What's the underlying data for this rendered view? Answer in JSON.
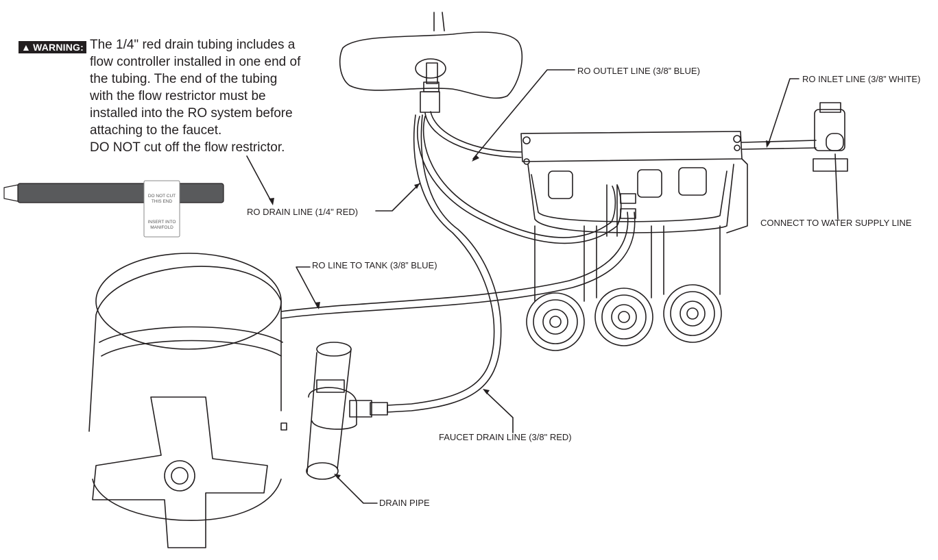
{
  "warning": {
    "badge": "WARNING:",
    "lines": [
      "The 1/4\" red drain tubing includes a",
      "flow controller installed in one end of",
      "the tubing. The end of the tubing",
      "with the flow restrictor must be",
      "installed into the RO system before",
      "attaching to the faucet.",
      "DO NOT cut off the flow restrictor."
    ]
  },
  "tubing_tag": {
    "line1": "DO NOT CUT",
    "line2": "THIS END",
    "line3": "INSERT INTO",
    "line4": "MANIFOLD"
  },
  "labels": {
    "ro_outlet_line": "RO OUTLET LINE (3/8” BLUE)",
    "ro_inlet_line": "RO INLET LINE (3/8” WHITE)",
    "connect_water_supply": "CONNECT TO WATER SUPPLY LINE",
    "ro_drain_line": "RO DRAIN LINE (1/4\" RED)",
    "ro_line_to_tank": "RO LINE TO TANK (3/8” BLUE)",
    "faucet_drain_line": "FAUCET DRAIN LINE (3/8\" RED)",
    "drain_pipe": "DRAIN PIPE"
  }
}
